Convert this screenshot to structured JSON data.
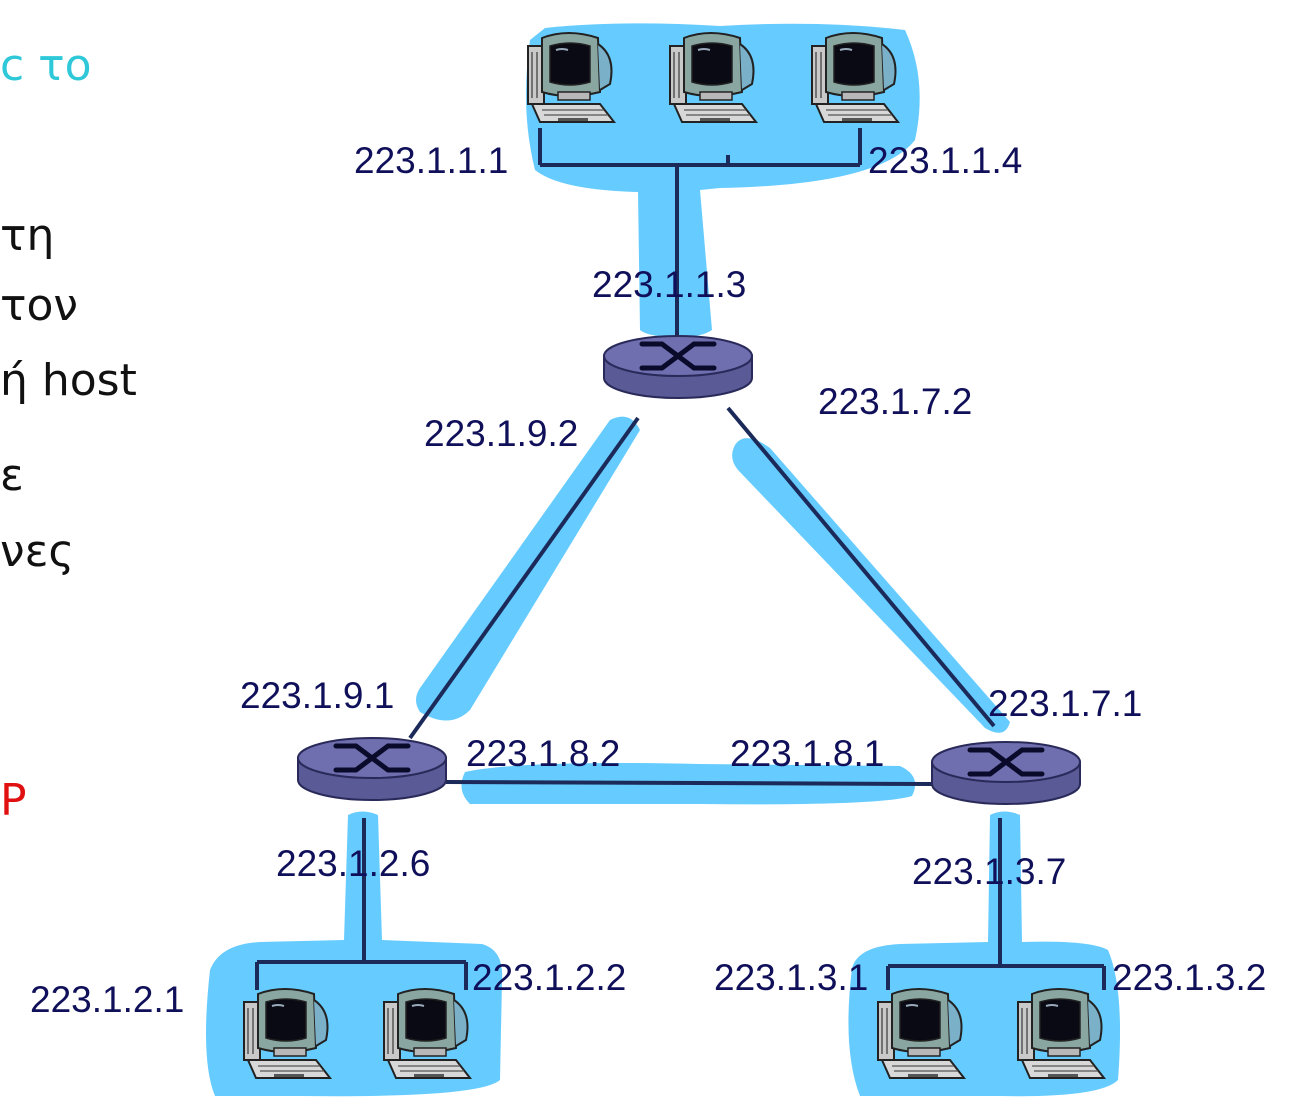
{
  "colors": {
    "subnet_fill": "#66ccff",
    "wire": "#1c2a5a",
    "router": "#6a6aa8",
    "router_dark": "#3b3b78",
    "cyan_text": "#2ec8d8",
    "red_text": "#e01010",
    "label_text": "#10105a"
  },
  "side_text": {
    "top_fragment": "c το",
    "line1": "τη",
    "line2": "τον",
    "line3": "ή host",
    "line4": "ε",
    "line5": "νες",
    "red_fragment": "P"
  },
  "diagram": {
    "nodes": [
      {
        "id": "router-top",
        "type": "router"
      },
      {
        "id": "router-left",
        "type": "router"
      },
      {
        "id": "router-right",
        "type": "router"
      },
      {
        "id": "host-top-1",
        "type": "host"
      },
      {
        "id": "host-top-2",
        "type": "host"
      },
      {
        "id": "host-top-3",
        "type": "host"
      },
      {
        "id": "host-left-1",
        "type": "host"
      },
      {
        "id": "host-left-2",
        "type": "host"
      },
      {
        "id": "host-right-1",
        "type": "host"
      },
      {
        "id": "host-right-2",
        "type": "host"
      }
    ],
    "labels": {
      "top_host_1": "223.1.1.1",
      "top_host_4": "223.1.1.4",
      "top_router_if": "223.1.1.3",
      "top_router_left": "223.1.9.2",
      "top_router_right": "223.1.7.2",
      "left_router_top": "223.1.9.1",
      "left_router_right": "223.1.8.2",
      "right_router_left": "223.1.8.1",
      "right_router_top": "223.1.7.1",
      "left_router_bottom": "223.1.2.6",
      "right_router_bottom": "223.1.3.7",
      "left_host_1": "223.1.2.1",
      "left_host_2": "223.1.2.2",
      "right_host_1": "223.1.3.1",
      "right_host_2": "223.1.3.2"
    }
  }
}
